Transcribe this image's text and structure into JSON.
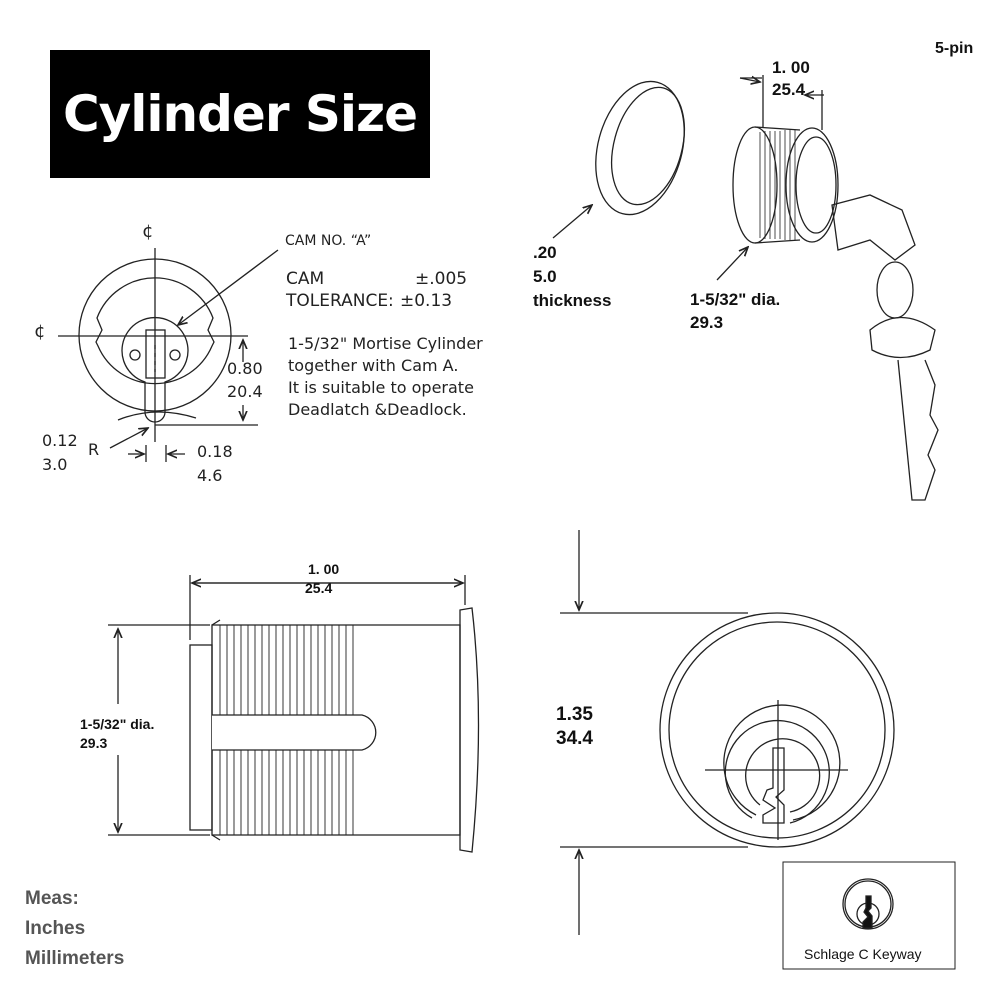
{
  "title": "Cylinder Size",
  "pin_label": "5-pin",
  "cam_view": {
    "centerline_symbol": "¢",
    "cam_no": "CAM NO.   “A”",
    "tolerance_line1_label": "CAM",
    "tolerance_line1_value": "±.005",
    "tolerance_line2_label": "TOLERANCE:",
    "tolerance_line2_value": "±0.13",
    "description": [
      "1-5/32\" Mortise Cylinder",
      "together with Cam A.",
      "It is suitable to operate",
      "Deadlatch &Deadlock."
    ],
    "dim_height": [
      "0.80",
      "20.4"
    ],
    "dim_radius": [
      "0.12",
      "3.0"
    ],
    "radius_symbol": "R",
    "dim_width": [
      "0.18",
      "4.6"
    ]
  },
  "ring_view": {
    "dims": [
      ".20",
      "5.0",
      "thickness"
    ]
  },
  "iso_view": {
    "length": [
      "1. 00",
      "25.4"
    ],
    "diameter": [
      "1-5/32\" dia.",
      "29.3"
    ]
  },
  "side_view": {
    "length": [
      "1. 00",
      "25.4"
    ],
    "diameter": [
      "1-5/32\" dia.",
      "29.3"
    ]
  },
  "front_view": {
    "height": [
      "1.35",
      "34.4"
    ]
  },
  "keyway": {
    "label": "Schlage C Keyway"
  },
  "units": {
    "heading": "Meas:",
    "lines": [
      "Inches",
      "Millimeters"
    ]
  },
  "colors": {
    "title_bg": "#000000",
    "title_fg": "#ffffff",
    "units_text": "#555555"
  }
}
